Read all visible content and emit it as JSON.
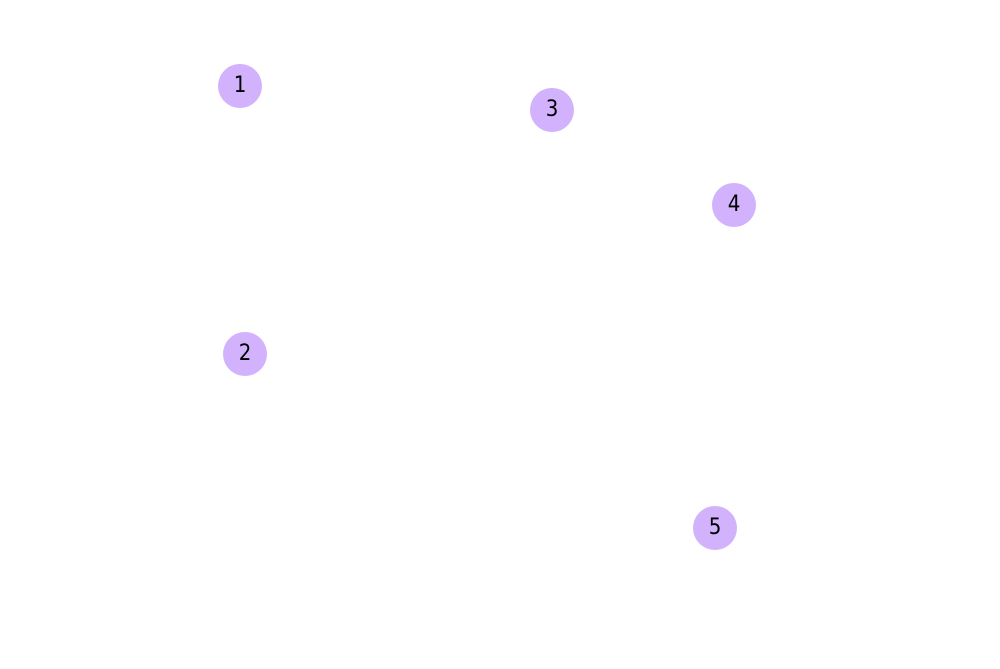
{
  "style": {
    "node_fill": "#d2b1fd",
    "background": "#ffffff",
    "label_color": "#000000"
  },
  "nodes": [
    {
      "label": "1"
    },
    {
      "label": "2"
    },
    {
      "label": "3"
    },
    {
      "label": "4"
    },
    {
      "label": "5"
    }
  ]
}
